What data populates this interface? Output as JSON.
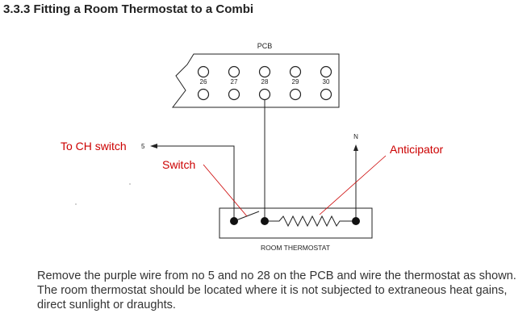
{
  "section_title": "3.3.3 Fitting a Room Thermostat to a Combi",
  "diagram": {
    "pcb_label": "PCB",
    "terminals": [
      "26",
      "27",
      "28",
      "29",
      "30"
    ],
    "to_ch_label": "To CH switch",
    "ch_terminal": "5",
    "neutral_label": "N",
    "switch_label": "Switch",
    "anticipator_label": "Anticipator",
    "thermostat_label": "ROOM THERMOSTAT",
    "annotation_color": "#cc0000"
  },
  "caption": "Remove the purple wire from no 5 and no 28 on the PCB and wire the thermostat as shown. The room thermostat should be located where it is not subjected to extraneous heat gains, direct sunlight or draughts."
}
